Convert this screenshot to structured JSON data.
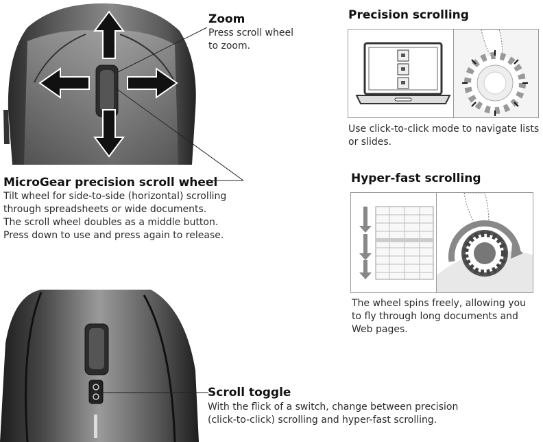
{
  "zoom": {
    "title": "Zoom",
    "description": "Press scroll wheel to zoom."
  },
  "microgear": {
    "title": "MicroGear precision scroll wheel",
    "lines": [
      "Tilt wheel for side-to-side (horizontal) scrolling",
      "through spreadsheets or wide documents.",
      "The scroll wheel doubles as a middle button.",
      "Press down to use and press again to release."
    ]
  },
  "precision": {
    "title": "Precision scrolling",
    "caption_lines": [
      "Use click-to-click mode to navigate lists",
      "or slides."
    ]
  },
  "hyperfast": {
    "title": "Hyper-fast scrolling",
    "caption_lines": [
      "The wheel spins freely, allowing you",
      "to fly through long documents and",
      "Web pages."
    ]
  },
  "scroll_toggle": {
    "title": "Scroll toggle",
    "lines": [
      "With the flick of a switch, change between precision",
      "(click-to-click) scrolling and hyper-fast scrolling."
    ]
  },
  "colors": {
    "mouse_body": "#6e6e6e",
    "mouse_dark": "#2b2b2b",
    "arrow_fill": "#111111",
    "panel_border": "#9a9a9a"
  }
}
